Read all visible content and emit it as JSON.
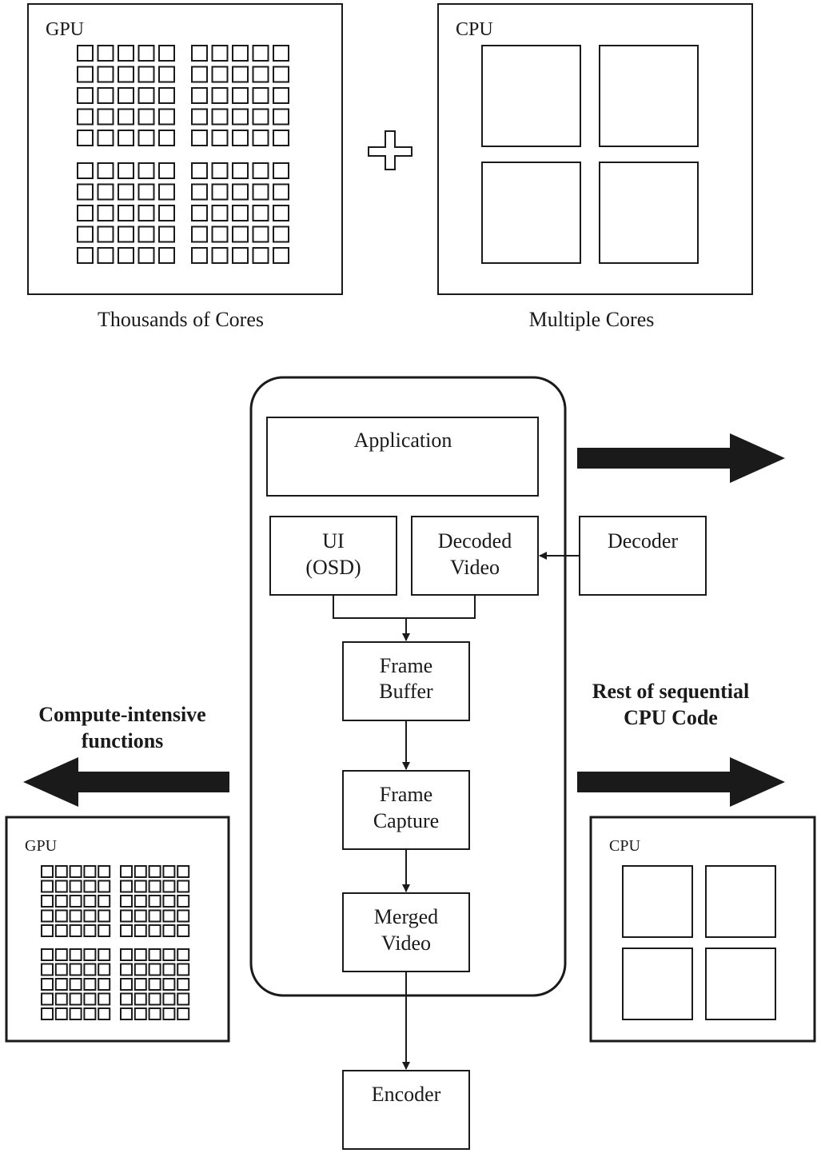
{
  "top": {
    "gpu_label": "GPU",
    "cpu_label": "CPU",
    "gpu_caption": "Thousands of Cores",
    "cpu_caption": "Multiple Cores"
  },
  "flow": {
    "application": "Application",
    "ui_line1": "UI",
    "ui_line2": "(OSD)",
    "decoded_line1": "Decoded",
    "decoded_line2": "Video",
    "decoder": "Decoder",
    "frame_buffer_line1": "Frame",
    "frame_buffer_line2": "Buffer",
    "frame_capture_line1": "Frame",
    "frame_capture_line2": "Capture",
    "merged_line1": "Merged",
    "merged_line2": "Video",
    "encoder": "Encoder"
  },
  "side": {
    "left_line1": "Compute-intensive",
    "left_line2": "functions",
    "right_line1": "Rest of sequential",
    "right_line2": "CPU Code",
    "gpu_label": "GPU",
    "cpu_label": "CPU"
  },
  "colors": {
    "ink": "#1a1a1a",
    "background": "#ffffff"
  }
}
